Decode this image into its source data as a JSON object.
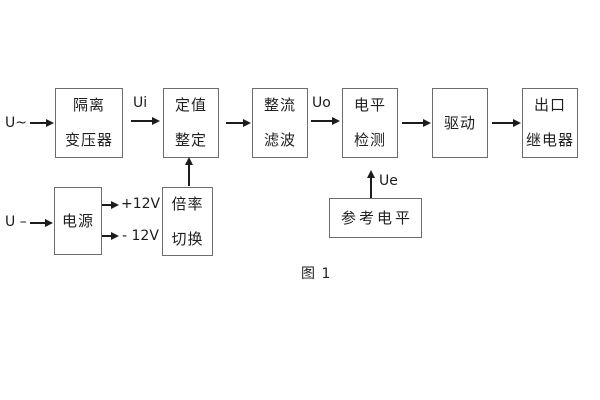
{
  "diagram": {
    "caption": "图 1",
    "inputs": {
      "ac_label": "U~",
      "dc_label": "U –"
    },
    "signal_labels": {
      "ui": "Ui",
      "uo": "Uo",
      "ue": "Ue",
      "plus_12v": "+12V",
      "minus_12v": "- 12V"
    },
    "blocks": {
      "isolation_transformer": {
        "line1": "隔离",
        "line2": "变压器"
      },
      "setting_adjustment": {
        "line1": "定值",
        "line2": "整定"
      },
      "rectifier_filter": {
        "line1": "整流",
        "line2": "滤波"
      },
      "level_detection": {
        "line1": "电平",
        "line2": "检测"
      },
      "driver": {
        "label": "驱动"
      },
      "output_relay": {
        "line1": "出口",
        "line2": "继电器"
      },
      "power_supply": {
        "label": "电源"
      },
      "ratio_switching": {
        "line1": "倍率",
        "line2": "切换"
      },
      "reference_level": {
        "label": "参考电平"
      }
    },
    "colors": {
      "background": "#ffffff",
      "box_border": "#6c6c6c",
      "line": "#1c1c1c",
      "text": "#1f1f1f"
    }
  }
}
